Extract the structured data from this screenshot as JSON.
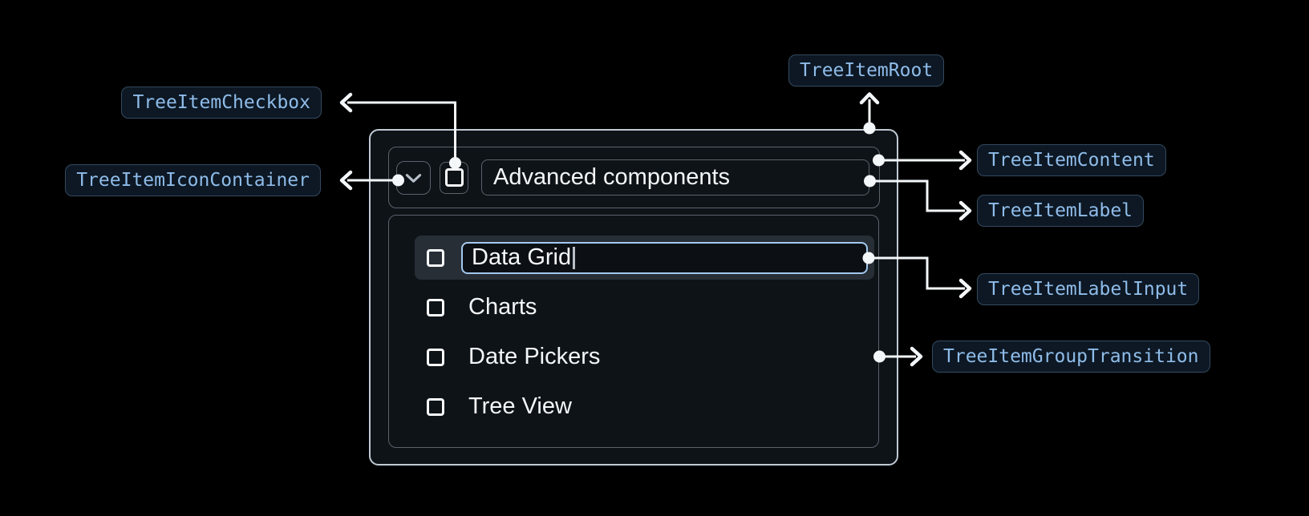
{
  "annotations": {
    "labels": [
      {
        "id": "checkbox",
        "text": "TreeItemCheckbox"
      },
      {
        "id": "icon_container",
        "text": "TreeItemIconContainer"
      },
      {
        "id": "root",
        "text": "TreeItemRoot"
      },
      {
        "id": "content",
        "text": "TreeItemContent"
      },
      {
        "id": "label",
        "text": "TreeItemLabel"
      },
      {
        "id": "label_input",
        "text": "TreeItemLabelInput"
      },
      {
        "id": "group_transition",
        "text": "TreeItemGroupTransition"
      }
    ]
  },
  "tree": {
    "parent": {
      "label": "Advanced components",
      "expanded": true,
      "checkbox_checked": false
    },
    "children": [
      {
        "label": "Data Grid",
        "editing": true,
        "input_value": "Data Grid",
        "checkbox_checked": false,
        "selected": true
      },
      {
        "label": "Charts",
        "checkbox_checked": false
      },
      {
        "label": "Date Pickers",
        "checkbox_checked": false
      },
      {
        "label": "Tree View",
        "checkbox_checked": false
      }
    ]
  },
  "icons": {
    "chevron_down": "chevron-down-icon",
    "checkbox_unchecked": "checkbox-unchecked-icon",
    "text_cursor": "text-cursor"
  },
  "colors": {
    "page_background": "#000000",
    "surface_background": "#0e1318",
    "root_border": "#bfcad4",
    "inner_border": "#5a626b",
    "selected_row_background": "#272e36",
    "focus_border": "#a3c9ee",
    "text_primary": "#f4f7f9",
    "icon_gray": "#b6bfc7",
    "connector": "#f3f7fa",
    "chip_background": "#0d1824",
    "chip_border": "#34495f",
    "chip_text": "#8fbce9"
  }
}
